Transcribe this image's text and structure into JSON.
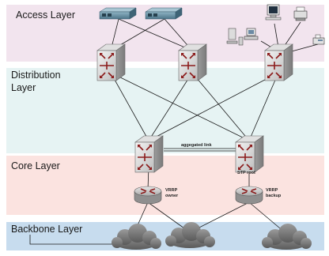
{
  "layers": {
    "access": {
      "label": "Access Layer",
      "color": "#f2e4ee"
    },
    "distribution": {
      "label_line1": "Distribution",
      "label_line2": "Layer",
      "color": "#e6f3f3"
    },
    "core": {
      "label": "Core Layer",
      "color": "#fbe3e0"
    },
    "backbone": {
      "label": "Backbone Layer",
      "color": "#c7dcee"
    }
  },
  "annotations": {
    "aggregated_link": "aggegated link",
    "stp_root": "STP root",
    "vrrp_owner_line1": "VRRP",
    "vrrp_owner_line2": "owner",
    "vrrp_backup_line1": "VRRP",
    "vrrp_backup_line2": "backup"
  },
  "icons": {
    "access_devices": [
      "firewall-appliance-icon",
      "firewall-appliance-icon"
    ],
    "end_devices": [
      "workstation-icon",
      "monitor-icon",
      "printer-icon",
      "desktop-pc-icon",
      "fax-icon"
    ],
    "switches": [
      "multilayer-switch-icon"
    ],
    "routers": [
      "router-icon"
    ],
    "clouds": [
      "cloud-icon"
    ]
  }
}
